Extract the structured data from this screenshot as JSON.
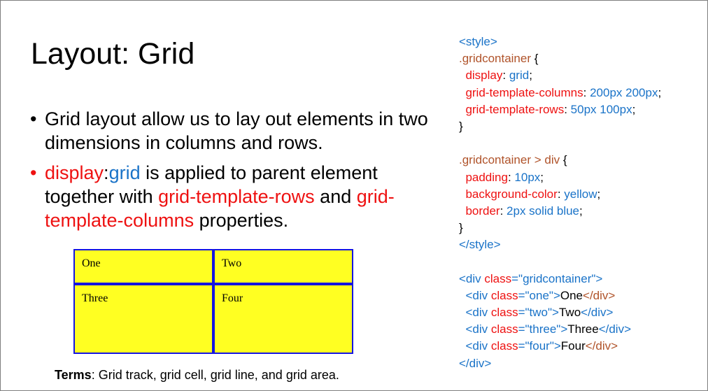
{
  "title": "Layout: Grid",
  "bullets": [
    {
      "dot": "•",
      "segments": [
        {
          "text": "Grid layout allow us to lay out elements in two dimensions in columns and rows.",
          "color": "black"
        }
      ]
    },
    {
      "dot": "•",
      "dot_color": "red",
      "segments": [
        {
          "text": "display",
          "color": "red"
        },
        {
          "text": ":",
          "color": "black"
        },
        {
          "text": "grid",
          "color": "blue"
        },
        {
          "text": " is applied to parent element together with ",
          "color": "black"
        },
        {
          "text": "grid-template-rows",
          "color": "red"
        },
        {
          "text": " and ",
          "color": "black"
        },
        {
          "text": "grid-template-columns",
          "color": "red"
        },
        {
          "text": " properties.",
          "color": "black"
        }
      ]
    }
  ],
  "grid_example": {
    "cells": [
      "One",
      "Two",
      "Three",
      "Four"
    ]
  },
  "terms": {
    "label": "Terms",
    "text": ": Grid track, grid cell, grid line, and grid area."
  },
  "code_lines": [
    [
      {
        "t": "<style>",
        "c": "blue"
      }
    ],
    [
      {
        "t": ".gridcontainer",
        "c": "brown"
      },
      {
        "t": " {",
        "c": "black"
      }
    ],
    [
      {
        "t": "  display",
        "c": "red"
      },
      {
        "t": ": ",
        "c": "black"
      },
      {
        "t": "grid",
        "c": "blue"
      },
      {
        "t": ";",
        "c": "black"
      }
    ],
    [
      {
        "t": "  grid-template-columns",
        "c": "red"
      },
      {
        "t": ": ",
        "c": "black"
      },
      {
        "t": "200px 200px",
        "c": "blue"
      },
      {
        "t": ";",
        "c": "black"
      }
    ],
    [
      {
        "t": "  grid-template-rows",
        "c": "red"
      },
      {
        "t": ": ",
        "c": "black"
      },
      {
        "t": "50px 100px",
        "c": "blue"
      },
      {
        "t": ";",
        "c": "black"
      }
    ],
    [
      {
        "t": "}",
        "c": "black"
      }
    ],
    [],
    [
      {
        "t": ".gridcontainer > div",
        "c": "brown"
      },
      {
        "t": " {",
        "c": "black"
      }
    ],
    [
      {
        "t": "  padding",
        "c": "red"
      },
      {
        "t": ": ",
        "c": "black"
      },
      {
        "t": "10px",
        "c": "blue"
      },
      {
        "t": ";",
        "c": "black"
      }
    ],
    [
      {
        "t": "  background-color",
        "c": "red"
      },
      {
        "t": ": ",
        "c": "black"
      },
      {
        "t": "yellow",
        "c": "blue"
      },
      {
        "t": ";",
        "c": "black"
      }
    ],
    [
      {
        "t": "  border",
        "c": "red"
      },
      {
        "t": ": ",
        "c": "black"
      },
      {
        "t": "2px solid blue",
        "c": "blue"
      },
      {
        "t": ";",
        "c": "black"
      }
    ],
    [
      {
        "t": "}",
        "c": "black"
      }
    ],
    [
      {
        "t": "</style>",
        "c": "blue"
      }
    ],
    [],
    [
      {
        "t": "<div ",
        "c": "blue"
      },
      {
        "t": "class",
        "c": "red"
      },
      {
        "t": "=\"gridcontainer\">",
        "c": "blue"
      }
    ],
    [
      {
        "t": "  <div ",
        "c": "blue"
      },
      {
        "t": "class",
        "c": "red"
      },
      {
        "t": "=\"one\">",
        "c": "blue"
      },
      {
        "t": "One",
        "c": "black"
      },
      {
        "t": "</div>",
        "c": "brown"
      }
    ],
    [
      {
        "t": "  <div ",
        "c": "blue"
      },
      {
        "t": "class",
        "c": "red"
      },
      {
        "t": "=\"two\">",
        "c": "blue"
      },
      {
        "t": "Two",
        "c": "black"
      },
      {
        "t": "</div>",
        "c": "blue"
      }
    ],
    [
      {
        "t": "  <div ",
        "c": "blue"
      },
      {
        "t": "class",
        "c": "red"
      },
      {
        "t": "=\"three\">",
        "c": "blue"
      },
      {
        "t": "Three",
        "c": "black"
      },
      {
        "t": "</div>",
        "c": "blue"
      }
    ],
    [
      {
        "t": "  <div ",
        "c": "blue"
      },
      {
        "t": "class",
        "c": "red"
      },
      {
        "t": "=\"four\">",
        "c": "blue"
      },
      {
        "t": "Four",
        "c": "black"
      },
      {
        "t": "</div>",
        "c": "brown"
      }
    ],
    [
      {
        "t": "</div>",
        "c": "blue"
      }
    ]
  ]
}
